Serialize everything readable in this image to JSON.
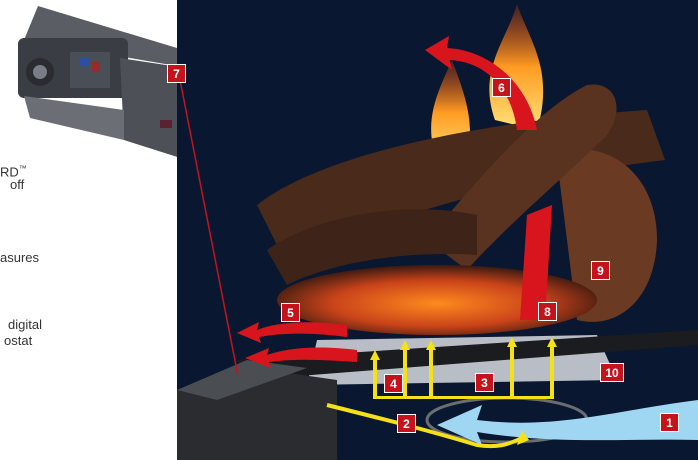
{
  "left_text": {
    "line1": "RD",
    "line1_sup": "™",
    "line2": "off",
    "line3": "asures",
    "line4": "digital",
    "line5": "ostat"
  },
  "labels": {
    "n1": "1",
    "n2": "2",
    "n3": "3",
    "n4": "4",
    "n5": "5",
    "n6": "6",
    "n7": "7",
    "n8": "8",
    "n9": "9",
    "n10": "10"
  },
  "colors": {
    "badge": "#c4131b",
    "background": "#0a1730",
    "air_blue": "#9fd6f2",
    "arrow_yellow": "#f5e11a",
    "arrow_red": "#d8151d"
  }
}
